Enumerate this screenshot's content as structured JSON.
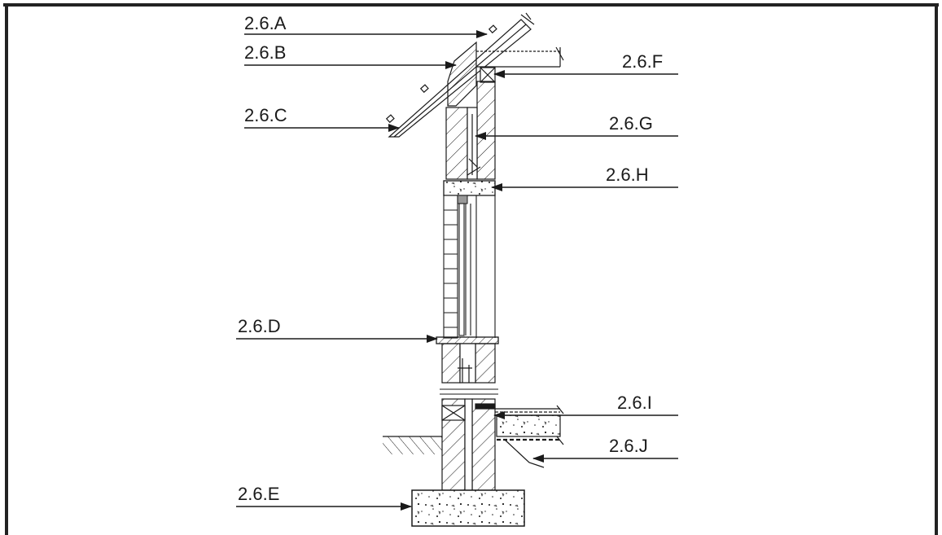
{
  "labels": {
    "a": "2.6.A",
    "b": "2.6.B",
    "c": "2.6.C",
    "d": "2.6.D",
    "e": "2.6.E",
    "f": "2.6.F",
    "g": "2.6.G",
    "h": "2.6.H",
    "i": "2.6.I",
    "j": "2.6.J"
  },
  "colors": {
    "ink": "#1a1a1a",
    "fill_light": "#ffffff",
    "frame": "#222222"
  }
}
